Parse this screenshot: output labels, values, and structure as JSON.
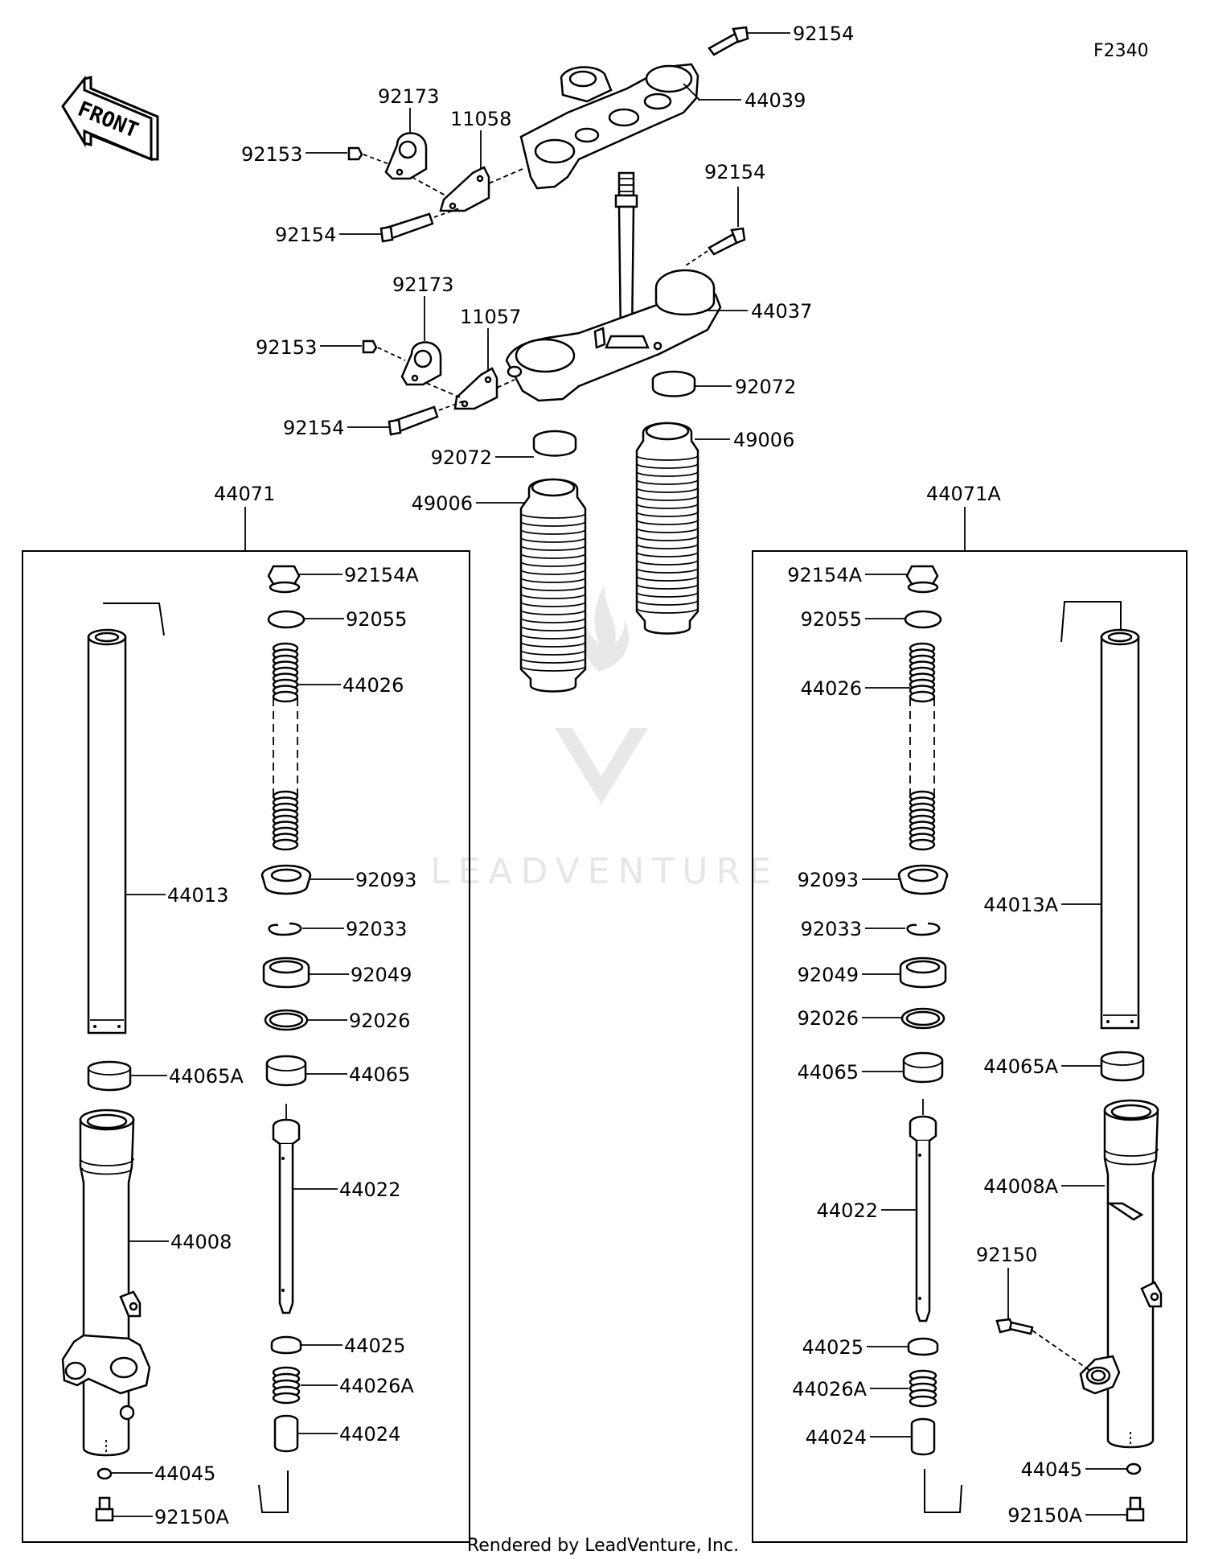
{
  "diagram": {
    "code": "F2340",
    "front_label": "FRONT",
    "footer": "Rendered by LeadVenture, Inc.",
    "watermark": "LEADVENTURE",
    "top_parts": {
      "bolt_top": "92154",
      "upper_bracket": "44039",
      "clamp_upper": "92173",
      "plate_upper": "11058",
      "screw_upper": "92153",
      "bolt_upper_left": "92154",
      "bolt_lower_right": "92154",
      "lower_bracket": "44037",
      "clamp_lower": "92173",
      "plate_lower": "11057",
      "screw_lower": "92153",
      "bolt_lower_left": "92154",
      "band_right": "92072",
      "boot_right": "49006",
      "band_left": "92072",
      "boot_left": "49006"
    },
    "left_assembly": {
      "title": "44071",
      "cap_bolt": "92154A",
      "o_ring": "92055",
      "spring": "44026",
      "inner_tube": "44013",
      "dust_seal": "92093",
      "snap_ring": "92033",
      "oil_seal": "92049",
      "washer": "92026",
      "bushing_tube": "44065A",
      "bushing": "44065",
      "cylinder": "44022",
      "outer_tube": "44008",
      "ring": "44025",
      "spring_rebound": "44026A",
      "piece": "44024",
      "gasket": "44045",
      "bottom_bolt": "92150A"
    },
    "right_assembly": {
      "title": "44071A",
      "cap_bolt": "92154A",
      "o_ring": "92055",
      "spring": "44026",
      "inner_tube": "44013A",
      "dust_seal": "92093",
      "snap_ring": "92033",
      "oil_seal": "92049",
      "washer": "92026",
      "bushing": "44065",
      "bushing_tube": "44065A",
      "cylinder": "44022",
      "outer_tube": "44008A",
      "axle_bolt": "92150",
      "ring": "44025",
      "spring_rebound": "44026A",
      "piece": "44024",
      "gasket": "44045",
      "bottom_bolt": "92150A"
    }
  }
}
